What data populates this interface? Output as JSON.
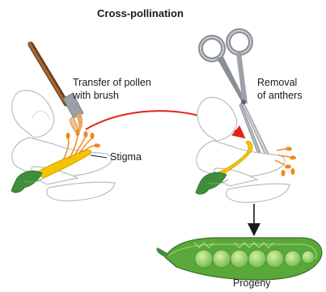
{
  "title": "Cross-pollination",
  "labels": {
    "transfer_line1": "Transfer of pollen",
    "transfer_line2": "with brush",
    "stigma": "Stigma",
    "removal_line1": "Removal",
    "removal_line2": "of anthers",
    "progeny": "Progeny"
  },
  "colors": {
    "arrow": "#e2231a",
    "petal": "#ffffff",
    "petal_edge": "#b9bec4",
    "anther": "#f08a1c",
    "style": "#f5c400",
    "sepal": "#3f8f3a",
    "pod": "#6fbd4a",
    "pea": "#9fd36a",
    "scissors": "#8a8f96",
    "brush_handle": "#7a4a22"
  },
  "icons": [
    "paintbrush-icon",
    "scissors-icon",
    "flower-icon",
    "pea-pod-icon"
  ]
}
